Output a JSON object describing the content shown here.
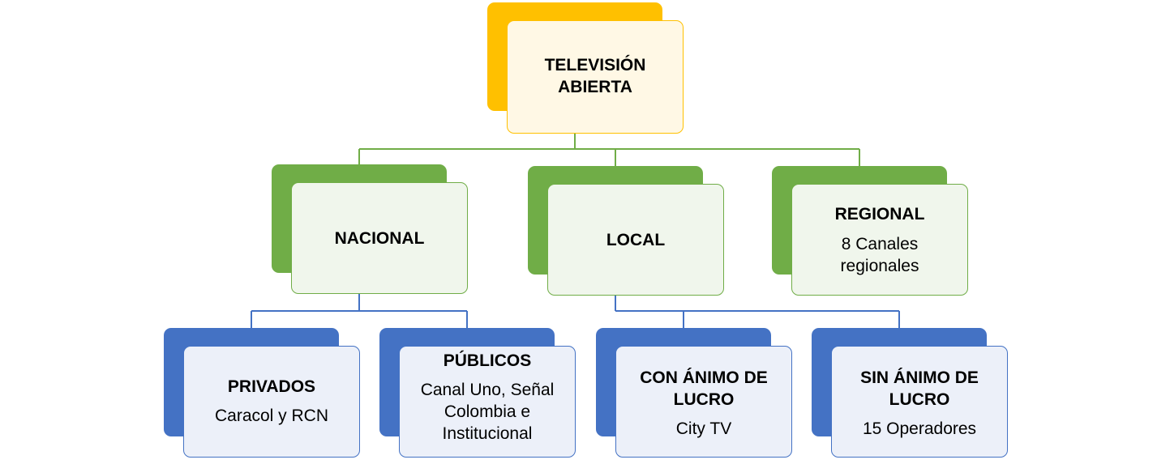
{
  "colors": {
    "level1_accent": "#FFC000",
    "level1_fill": "#FFF8E5",
    "level2_accent": "#70AD47",
    "level2_fill": "#F0F6EC",
    "level3_accent": "#4472C4",
    "level3_fill": "#ECF0F9"
  },
  "root": {
    "title": "TELEVISIÓN ABIERTA"
  },
  "level2": [
    {
      "title": "NACIONAL",
      "sub": ""
    },
    {
      "title": "LOCAL",
      "sub": ""
    },
    {
      "title": "REGIONAL",
      "sub": "8 Canales regionales"
    }
  ],
  "level3": [
    {
      "title": "PRIVADOS",
      "sub": "Caracol y RCN"
    },
    {
      "title": "PÚBLICOS",
      "sub": "Canal Uno, Señal Colombia e Institucional"
    },
    {
      "title": "CON ÁNIMO DE LUCRO",
      "sub": "City TV"
    },
    {
      "title": "SIN ÁNIMO DE LUCRO",
      "sub": "15 Operadores"
    }
  ]
}
